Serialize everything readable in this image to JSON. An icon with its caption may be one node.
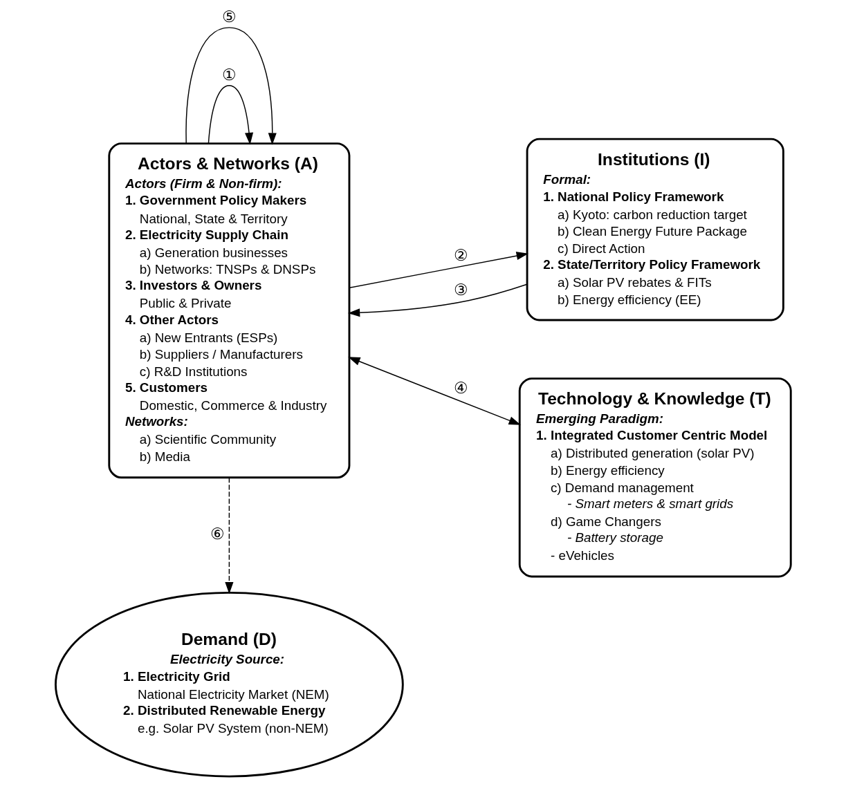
{
  "diagram": {
    "nodes": [
      {
        "text": [
          "Actors & Networks (A)",
          "Actors (Firm & Non-firm):",
          "1. Government Policy Makers",
          "National, State & Territory",
          "2. Electricity Supply Chain",
          "a) Generation businesses",
          "b) Networks: TNSPs & DNSPs",
          "3. Investors & Owners",
          "Public & Private",
          "4. Other Actors",
          "a) New Entrants (ESPs)",
          "b) Suppliers / Manufacturers",
          "c) R&D Institutions",
          "5. Customers",
          "Domestic, Commerce & Industry",
          "Networks:",
          "a) Scientific Community",
          "b) Media"
        ]
      },
      {
        "text": [
          "Institutions (I)",
          "Formal:",
          "1. National Policy Framework",
          "a) Kyoto: carbon reduction target",
          "b) Clean Energy Future Package",
          "c) Direct Action",
          "2. State/Territory Policy Framework",
          "a) Solar PV rebates & FITs",
          "b) Energy efficiency (EE)"
        ]
      },
      {
        "text": [
          "Technology & Knowledge (T)",
          "Emerging Paradigm:",
          "1. Integrated Customer Centric Model",
          "a) Distributed generation (solar PV)",
          "b) Energy efficiency",
          "c) Demand management",
          "- Smart meters & smart grids",
          "d) Game Changers",
          "- Battery storage",
          "- eVehicles"
        ]
      },
      {
        "text": [
          "Demand (D)",
          "Electricity Source:",
          "1. Electricity Grid",
          "National Electricity Market (NEM)",
          "2. Distributed Renewable Energy",
          "e.g. Solar PV System (non-NEM)"
        ]
      }
    ],
    "edges": [
      {
        "from": 0,
        "to": 0,
        "arrow": "to",
        "label": "①"
      },
      {
        "from": 0,
        "to": 1,
        "arrow": "to",
        "label": "②"
      },
      {
        "from": 1,
        "to": 0,
        "arrow": "to",
        "label": "③"
      },
      {
        "from": 0,
        "to": 2,
        "arrow": "both",
        "label": "④"
      },
      {
        "from": 0,
        "to": 0,
        "arrow": "to",
        "label": "⑤"
      },
      {
        "from": 0,
        "to": 3,
        "arrow": "to",
        "label": "⑥",
        "style": "dashed"
      }
    ]
  }
}
